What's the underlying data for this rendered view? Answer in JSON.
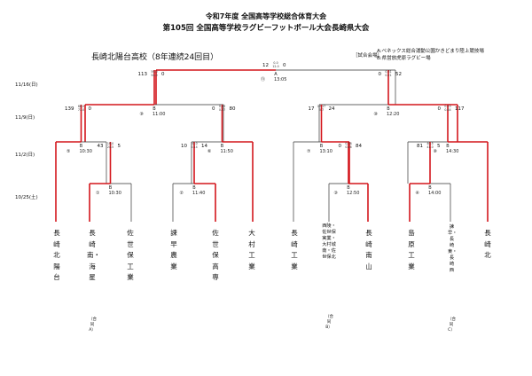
{
  "header": {
    "title_line1": "令和7年度 全国高等学校総合体育大会",
    "title_line2": "第105回 全国高等学校ラグビーフットボール大会長崎県大会",
    "champion": "長崎北陽台高校（8年連続24回目）",
    "venue_key": "［試合会場］",
    "venue_a": "A:ベネックス総合運動公園かきどまり陸上競技場",
    "venue_b": "B:県営放虎原ラグビー場"
  },
  "dates": {
    "final": "11/16(日)",
    "semi": "11/9(日)",
    "quarter": "11/2(日)",
    "round1": "10/25(土)"
  },
  "teams": [
    {
      "name": "長崎北陽台",
      "note": ""
    },
    {
      "name": "長崎南・海星",
      "note": "（合同A）"
    },
    {
      "name": "佐世保工業",
      "note": ""
    },
    {
      "name": "諫早農業",
      "note": ""
    },
    {
      "name": "佐世保高専",
      "note": ""
    },
    {
      "name": "大村工業",
      "note": ""
    },
    {
      "name": "長崎工業",
      "note": ""
    },
    {
      "name": "西陵・佐世保実業・大村城南・佐世保北",
      "note": "（合同B）"
    },
    {
      "name": "長崎南山",
      "note": ""
    },
    {
      "name": "島原工業",
      "note": ""
    },
    {
      "name": "諫早・長崎東・長崎西",
      "note": "（合同C）"
    },
    {
      "name": "長崎北",
      "note": ""
    }
  ],
  "matches": {
    "final": {
      "no": "⑪",
      "venue": "A",
      "time": "13:05",
      "left_score": "12",
      "right_score": "0",
      "left_half": "0-0",
      "right_half": "12-0"
    },
    "sf1": {
      "no": "⑨",
      "venue": "B",
      "time": "11:00",
      "left_score": "113",
      "right_score": "0",
      "left_half": "59-0",
      "right_half": "54-0"
    },
    "sf2": {
      "no": "⑩",
      "venue": "B",
      "time": "12:20",
      "left_score": "0",
      "right_score": "52",
      "left_half": "0-31",
      "right_half": "0-21"
    },
    "qf1": {
      "no": "⑤",
      "venue": "B",
      "time": "10:30",
      "left_score": "139",
      "right_score": "0",
      "left_half": "68-0",
      "right_half": "71-0"
    },
    "qf2": {
      "no": "⑥",
      "venue": "B",
      "time": "11:50",
      "left_score": "0",
      "right_score": "80",
      "left_half": "0-43",
      "right_half": "0-37"
    },
    "qf3": {
      "no": "⑦",
      "venue": "B",
      "time": "13:10",
      "left_score": "17",
      "right_score": "24",
      "left_half": "12-17",
      "right_half": "5-7"
    },
    "qf4": {
      "no": "⑧",
      "venue": "B",
      "time": "14:30",
      "left_score": "0",
      "right_score": "117",
      "left_half": "0-53",
      "right_half": "0-64"
    },
    "r1": {
      "no": "①",
      "venue": "B",
      "time": "10:30",
      "left_score": "43",
      "right_score": "5",
      "left_half": "19-0",
      "right_half": "24-5"
    },
    "r2": {
      "no": "②",
      "venue": "B",
      "time": "11:40",
      "left_score": "10",
      "right_score": "14",
      "left_half": "10-0",
      "right_half": "0-14"
    },
    "r3": {
      "no": "③",
      "venue": "B",
      "time": "12:50",
      "left_score": "0",
      "right_score": "84",
      "left_half": "0-38",
      "right_half": "0-46"
    },
    "r4": {
      "no": "④",
      "venue": "B",
      "time": "14:00",
      "left_score": "81",
      "right_score": "5",
      "left_half": "40-5",
      "right_half": "41-0"
    }
  }
}
